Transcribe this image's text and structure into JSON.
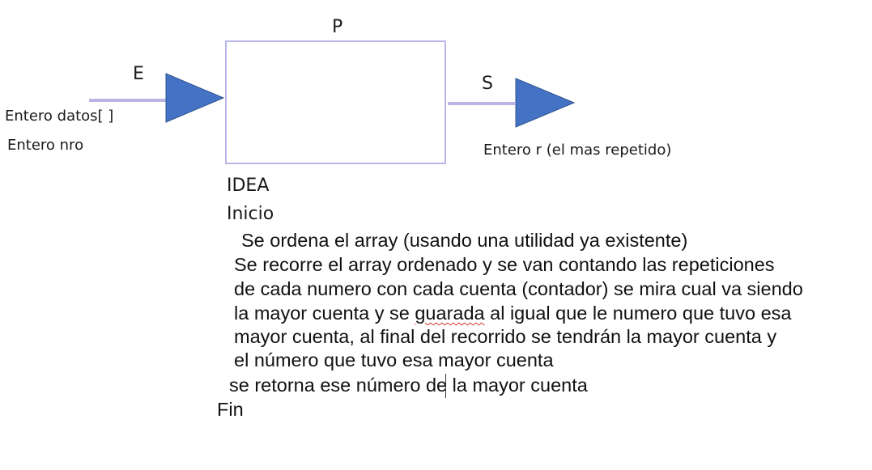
{
  "diagram": {
    "process_label": "P",
    "input_label": "E",
    "output_label": "S",
    "inputs": [
      "Entero datos[ ]",
      "Entero nro"
    ],
    "output": "Entero r (el mas repetido)",
    "colors": {
      "box_border": "#b9b6e6",
      "arrow_fill": "#4472c4",
      "arrow_stroke": "#2f528f",
      "line": "#b9b6e6"
    }
  },
  "idea": {
    "title": "IDEA",
    "start": "Inicio",
    "lines": [
      "Se ordena el array (usando una utilidad ya existente)",
      "Se recorre el array ordenado y se van contando las repeticiones",
      "de cada numero con cada cuenta (contador) se mira cual va siendo",
      "la mayor cuenta y se ",
      "guarada",
      " al igual que le numero que tuvo esa",
      "mayor cuenta, al final del recorrido se tendrán la mayor cuenta y",
      "el número que tuvo esa mayor cuenta",
      "se retorna ese número de la mayor cuenta"
    ],
    "end": "Fin"
  }
}
